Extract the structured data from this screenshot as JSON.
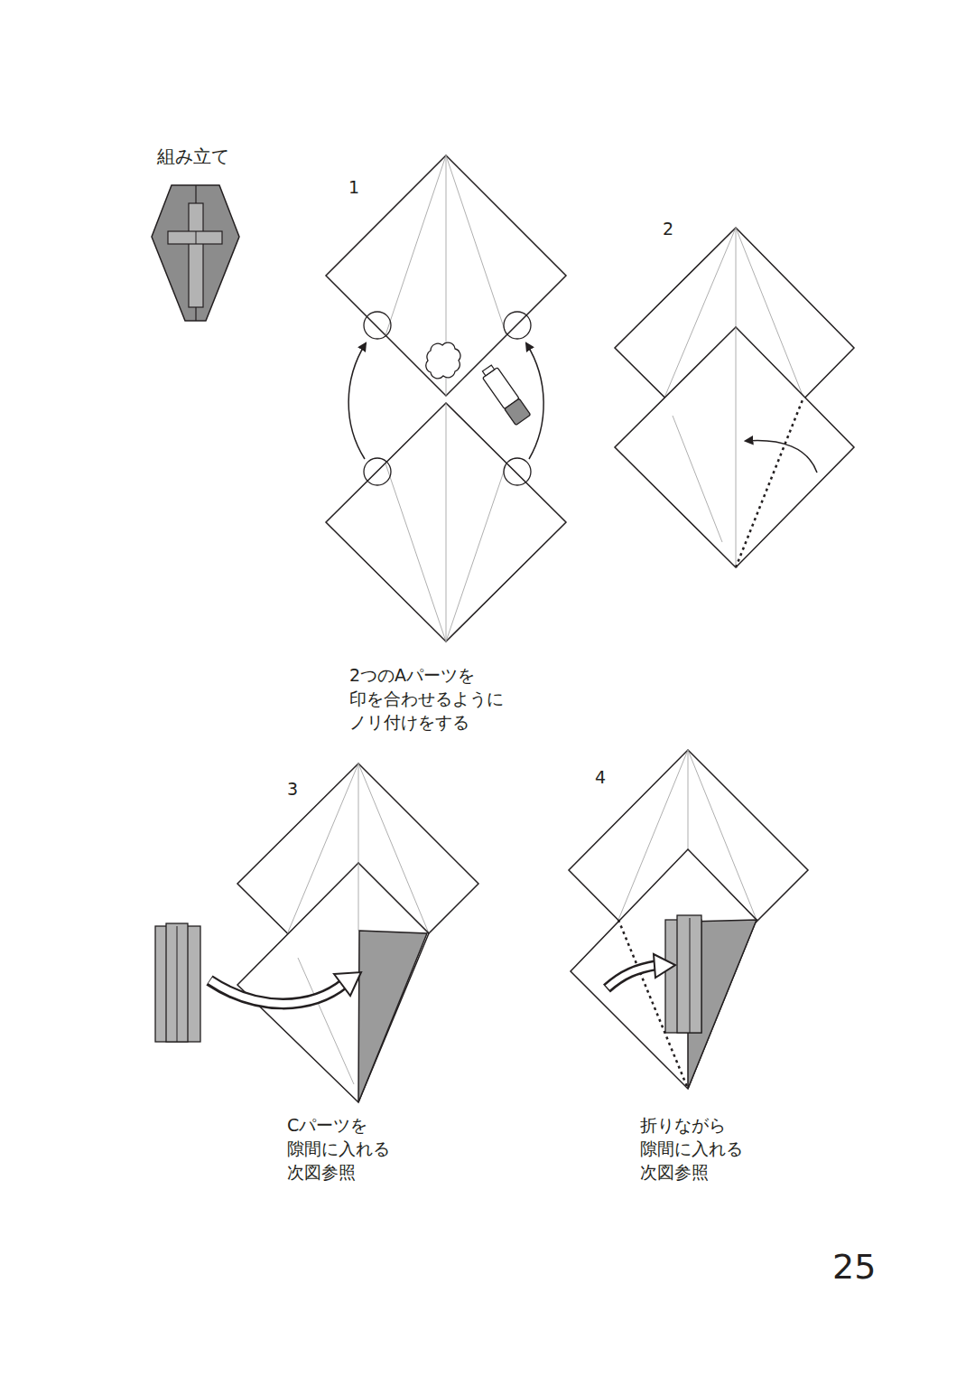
{
  "diagram": {
    "title": "組み立て",
    "labels": [
      "1",
      "2",
      "2つのAパーツを 印を合わせるように ノリ付けをする",
      "3",
      "4",
      "Cパーツを 隙間に入れる 次図参照",
      "折りながら 隙間に入れる 次図参照",
      "25"
    ]
  }
}
